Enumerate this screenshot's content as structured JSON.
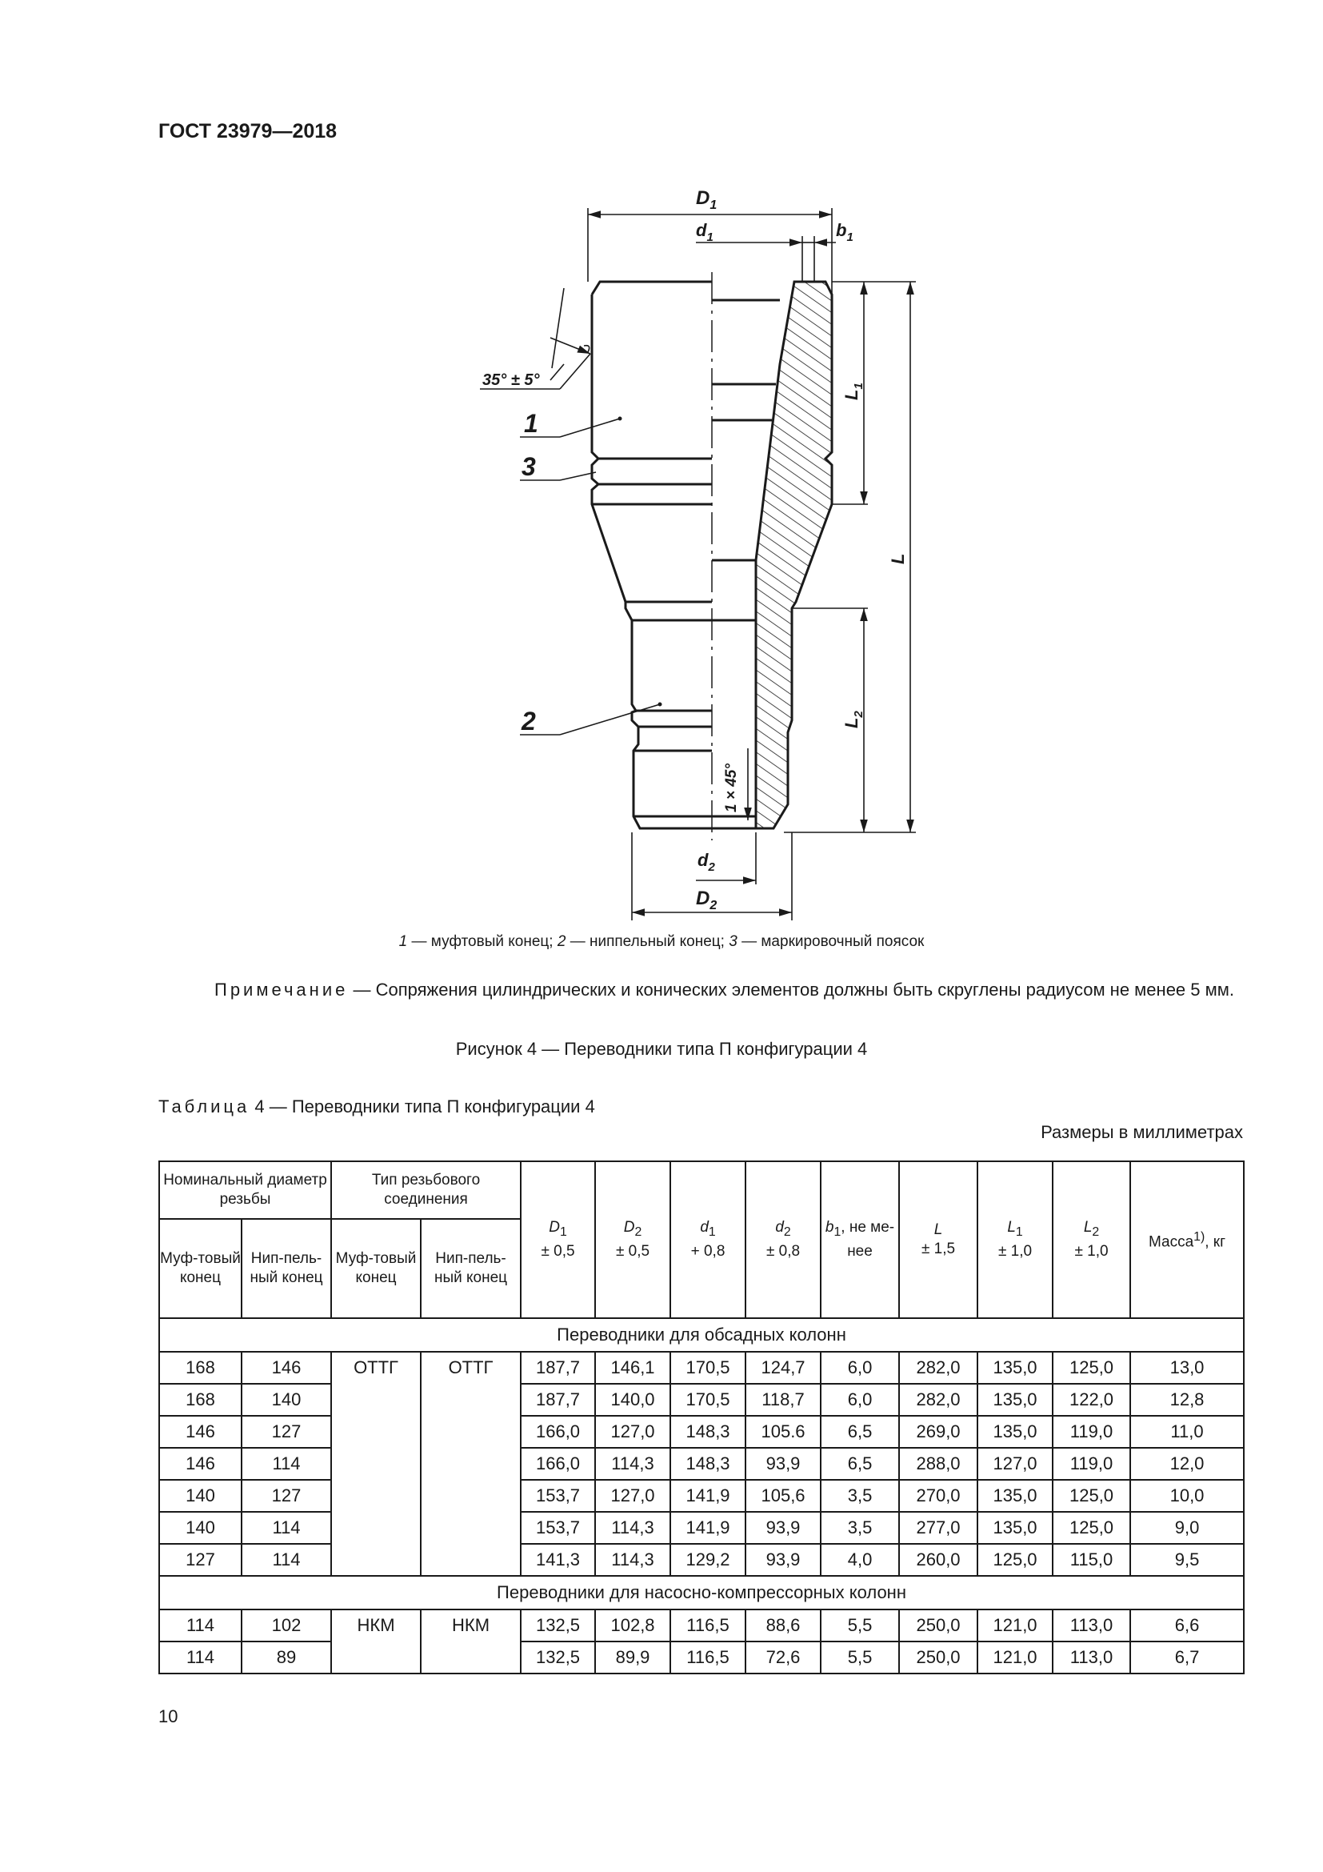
{
  "header": {
    "doc_code": "ГОСТ 23979—2018"
  },
  "figure": {
    "labels": {
      "D1": "D",
      "D1_sub": "1",
      "d1": "d",
      "d1_sub": "1",
      "b1": "b",
      "b1_sub": "1",
      "L": "L",
      "L1": "L",
      "L1_sub": "1",
      "L2": "L",
      "L2_sub": "2",
      "d2": "d",
      "d2_sub": "2",
      "D2": "D",
      "D2_sub": "2",
      "angle": "35° ± 5°",
      "chamfer": "1 × 45°",
      "pos1": "1",
      "pos2": "2",
      "pos3": "3"
    },
    "legend": {
      "n1": "1",
      "t1": " — муфтовый конец; ",
      "n2": "2",
      "t2": " — ниппельный конец; ",
      "n3": "3",
      "t3": " — маркировочный поясок"
    },
    "note_label": "Примечание",
    "note_text": " — Сопряжения цилиндрических и конических элементов должны быть скруглены радиусом не менее 5 мм.",
    "caption": "Рисунок 4 — Переводники типа П конфигурации 4"
  },
  "table": {
    "title_label": "Таблица",
    "title_rest": " 4 — Переводники типа П конфигурации 4",
    "units": "Размеры в миллиметрах",
    "head": {
      "nominal": "Номинальный диаметр резьбы",
      "thread_type": "Тип резьбового соединения",
      "muft1": "Муф-товый конец",
      "nipp1": "Нип-пель-ный конец",
      "muft2": "Муф-товый конец",
      "nipp2": "Нип-пель-ный конец",
      "D1": "D",
      "D1_sub": "1",
      "D1_tol": "± 0,5",
      "D2": "D",
      "D2_sub": "2",
      "D2_tol": "± 0,5",
      "d1": "d",
      "d1_sub": "1",
      "d1_tol": "+ 0,8",
      "d2": "d",
      "d2_sub": "2",
      "d2_tol": "± 0,8",
      "b1": "b",
      "b1_sub": "1",
      "b1_rest": ", не ме-нее",
      "L": "L",
      "L_tol": "± 1,5",
      "L1": "L",
      "L1_sub": "1",
      "L1_tol": "± 1,0",
      "L2": "L",
      "L2_sub": "2",
      "L2_tol": "± 1,0",
      "mass": "Масса",
      "mass_sup": "1)",
      "mass_unit": ", кг"
    },
    "group1": {
      "title": "Переводники для обсадных колонн",
      "thread_muft": "ОТТГ",
      "thread_nipp": "ОТТГ",
      "rows": [
        [
          "168",
          "146",
          "187,7",
          "146,1",
          "170,5",
          "124,7",
          "6,0",
          "282,0",
          "135,0",
          "125,0",
          "13,0"
        ],
        [
          "168",
          "140",
          "187,7",
          "140,0",
          "170,5",
          "118,7",
          "6,0",
          "282,0",
          "135,0",
          "122,0",
          "12,8"
        ],
        [
          "146",
          "127",
          "166,0",
          "127,0",
          "148,3",
          "105.6",
          "6,5",
          "269,0",
          "135,0",
          "119,0",
          "11,0"
        ],
        [
          "146",
          "114",
          "166,0",
          "114,3",
          "148,3",
          "93,9",
          "6,5",
          "288,0",
          "127,0",
          "119,0",
          "12,0"
        ],
        [
          "140",
          "127",
          "153,7",
          "127,0",
          "141,9",
          "105,6",
          "3,5",
          "270,0",
          "135,0",
          "125,0",
          "10,0"
        ],
        [
          "140",
          "114",
          "153,7",
          "114,3",
          "141,9",
          "93,9",
          "3,5",
          "277,0",
          "135,0",
          "125,0",
          "9,0"
        ],
        [
          "127",
          "114",
          "141,3",
          "114,3",
          "129,2",
          "93,9",
          "4,0",
          "260,0",
          "125,0",
          "115,0",
          "9,5"
        ]
      ]
    },
    "group2": {
      "title": "Переводники для насосно-компрессорных колонн",
      "thread_muft": "НКМ",
      "thread_nipp": "НКМ",
      "rows": [
        [
          "114",
          "102",
          "132,5",
          "102,8",
          "116,5",
          "88,6",
          "5,5",
          "250,0",
          "121,0",
          "113,0",
          "6,6"
        ],
        [
          "114",
          "89",
          "132,5",
          "89,9",
          "116,5",
          "72,6",
          "5,5",
          "250,0",
          "121,0",
          "113,0",
          "6,7"
        ]
      ]
    }
  },
  "footer": {
    "page_number": "10"
  }
}
